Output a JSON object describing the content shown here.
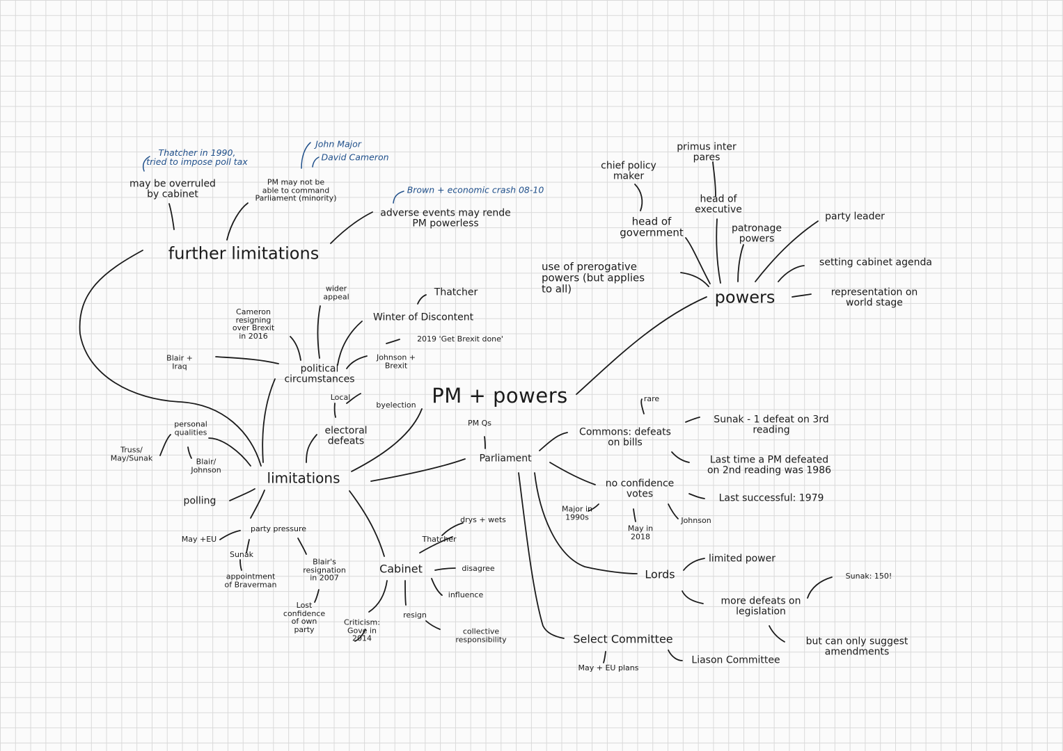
{
  "central": "PM + powers",
  "branches": {
    "powers": {
      "title": "powers",
      "items": {
        "head_gov": "head of\ngovernment",
        "chief_policy": "chief policy\nmaker",
        "head_exec": "head of\nexecutive",
        "primus": "primus inter\npares",
        "patronage": "patronage\npowers",
        "party_leader": "party leader",
        "setting_agenda": "setting cabinet agenda",
        "world_stage": "representation on\nworld stage",
        "prerogative": "use of prerogative\npowers (but applies\nto all)"
      }
    },
    "further_limitations": {
      "title": "further limitations",
      "items": {
        "overruled": "may be overruled\nby cabinet",
        "thatcher_note": "Thatcher in 1990,\ntried to impose poll tax",
        "command": "PM may not be\nable to command\nParliament (minority)",
        "major_note": "John Major",
        "cameron_note": "David Cameron",
        "adverse": "adverse events may rende\nPM powerless",
        "brown_note": "Brown + economic crash 08-10"
      }
    },
    "limitations": {
      "title": "limitations",
      "political": "political\ncircumstances",
      "political_items": {
        "blair_iraq": "Blair +\nIraq",
        "cameron_brexit": "Cameron\nresigning\nover Brexit\nin 2016",
        "wider": "wider\nappeal",
        "wod": "Winter of Discontent",
        "thatcher": "Thatcher",
        "get_brexit": "2019 'Get Brexit done'",
        "johnson_brexit": "Johnson +\nBrexit"
      },
      "electoral": "electoral\ndefeats",
      "electoral_items": {
        "local": "Local",
        "byelection": "byelection"
      },
      "personal": "personal\nqualities",
      "personal_items": {
        "truss": "Truss/\nMay/Sunak",
        "blair_johnson": "Blair/\nJohnson"
      },
      "polling": "polling",
      "party_pressure": "party pressure",
      "party_items": {
        "may_eu": "May +EU",
        "sunak": "Sunak",
        "braverman": "appointment\nof Braverman",
        "blair_resign": "Blair's\nresignation\nin 2007",
        "lost_conf": "Lost\nconfidence\nof own\nparty"
      },
      "cabinet": "Cabinet",
      "cabinet_items": {
        "dry": "drys + wets",
        "thatcher": "Thatcher",
        "disagree": "disagree",
        "influence": "influence",
        "resign": "resign",
        "collective": "collective\nresponsibility",
        "criticism": "Criticism:\nGove in\n2014"
      },
      "parliament": "Parliament",
      "parliament_items": {
        "pmqs": "PM Qs",
        "commons": "Commons: defeats\non bills",
        "rare": "rare",
        "sunak_defeat": "Sunak - 1 defeat on 3rd\nreading",
        "last_time": "Last time a PM defeated\non 2nd reading was 1986",
        "no_conf": "no confidence\nvotes",
        "last_success": "Last successful: 1979",
        "major_90s": "Major in\n1990s",
        "may_2018": "May in\n2018",
        "johnson": "Johnson",
        "lords": "Lords",
        "limited_power": "limited power",
        "more_defeats": "more defeats on\nlegislation",
        "sunak_150": "Sunak: 150!",
        "suggest": "but can only suggest\namendments",
        "select": "Select Committee",
        "may_eu_plans": "May + EU plans",
        "liaison": "Liason Committee"
      }
    }
  }
}
